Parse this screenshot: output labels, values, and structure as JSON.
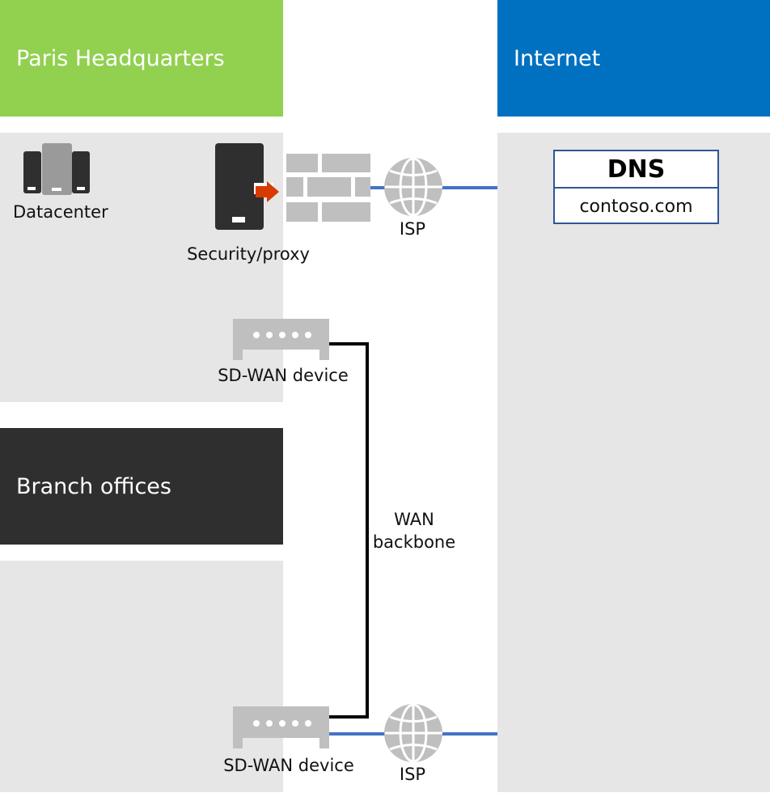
{
  "headers": {
    "hq": "Paris Headquarters",
    "internet": "Internet",
    "branch": "Branch offices"
  },
  "labels": {
    "datacenter": "Datacenter",
    "security_proxy": "Security/proxy",
    "isp_top": "ISP",
    "sdwan_hq": "SD-WAN device",
    "wan_backbone_line1": "WAN",
    "wan_backbone_line2": "backbone",
    "sdwan_branch": "SD-WAN device",
    "isp_bottom": "ISP"
  },
  "dns": {
    "title": "DNS",
    "domain": "contoso.com"
  },
  "colors": {
    "hq_header": "#92d050",
    "internet_header": "#0070c0",
    "branch_header": "#2f2f2f",
    "panel": "#e6e6e6",
    "device_dark": "#2f2f2f",
    "device_gray": "#bfbfbf",
    "link_blue": "#4472c4",
    "arrow_orange": "#d83b01"
  },
  "icons": [
    "datacenter-servers-icon",
    "security-proxy-server-icon",
    "firewall-icon",
    "globe-icon",
    "sdwan-device-icon"
  ]
}
